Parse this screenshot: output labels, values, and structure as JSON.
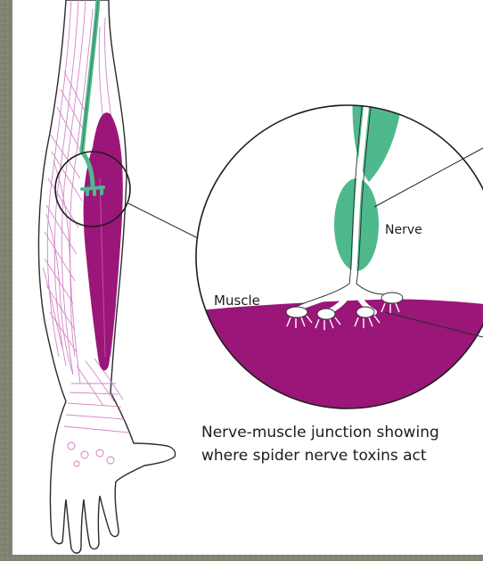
{
  "labels": {
    "nerve": "Nerve",
    "muscle": "Muscle"
  },
  "caption": {
    "line1": "Nerve-muscle junction showing",
    "line2": "where spider nerve toxins act"
  },
  "colors": {
    "background": "#7e8470",
    "panel": "#ffffff",
    "muscle": "#9b1679",
    "nerve": "#4fb98d",
    "muscle_fibre_lines": "#cf78c0",
    "outline": "#2a2a2a"
  }
}
